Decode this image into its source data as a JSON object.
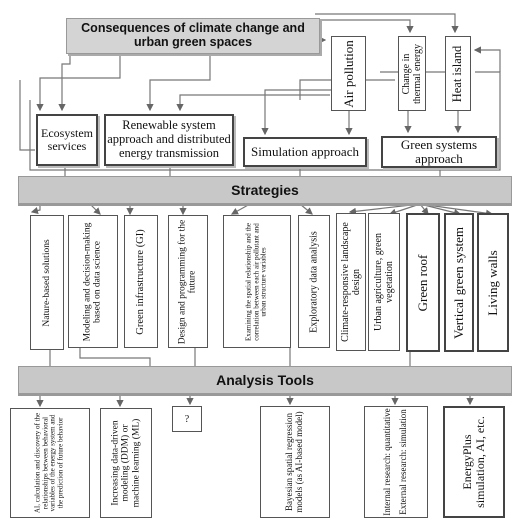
{
  "top": {
    "title": "Consequences of climate change and urban green spaces",
    "air_pollution": "Air pollution",
    "thermal": "Change in thermal energy",
    "heat_island": "Heat island"
  },
  "approaches": {
    "ecosystem": "Ecosystem services",
    "renewable": "Renewable system approach and distributed energy transmission",
    "simulation": "Simulation approach",
    "green_systems": "Green systems approach"
  },
  "bands": {
    "strategies": "Strategies",
    "analysis": "Analysis Tools"
  },
  "strategies": [
    "Nature-based solutions",
    "Modeling and decision-making based on data science",
    "Green infrastructure (GI)",
    "Design and programming for the future",
    "Examining the spatial relationship and the correlation between each air pollutant and urban structure variables",
    "Exploratory data analysis",
    "Climate-responsive landscape design",
    "Urban agriculture, green vegetation",
    "Green roof",
    "Vertical green system",
    "Living walls"
  ],
  "tools": [
    "AI, calculation and discovery of the relationships between behavioral variables of the energy system and the prediction of future behavior",
    "Increasing data-driven modeling (DDM) or machine learning (ML)",
    "?",
    "Bayesian spatial regression models (as AI-based model)",
    "Internal research: quantitative",
    "External research: simulation",
    "EnergyPlus simulation, AI, etc."
  ]
}
